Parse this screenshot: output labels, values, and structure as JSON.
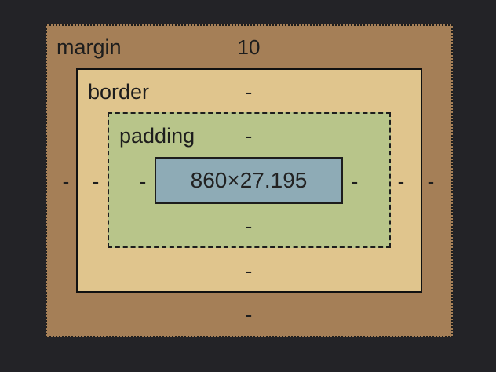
{
  "box_model": {
    "margin": {
      "label": "margin",
      "top": "10",
      "right": "-",
      "bottom": "-",
      "left": "-"
    },
    "border": {
      "label": "border",
      "top": "-",
      "right": "-",
      "bottom": "-",
      "left": "-"
    },
    "padding": {
      "label": "padding",
      "top": "-",
      "right": "-",
      "bottom": "-",
      "left": "-"
    },
    "content": {
      "size": "860×27.195"
    }
  },
  "colors": {
    "background": "#232327",
    "margin": "#a57f57",
    "border": "#e0c58d",
    "padding": "#b8c58a",
    "content": "#8eabb6"
  }
}
